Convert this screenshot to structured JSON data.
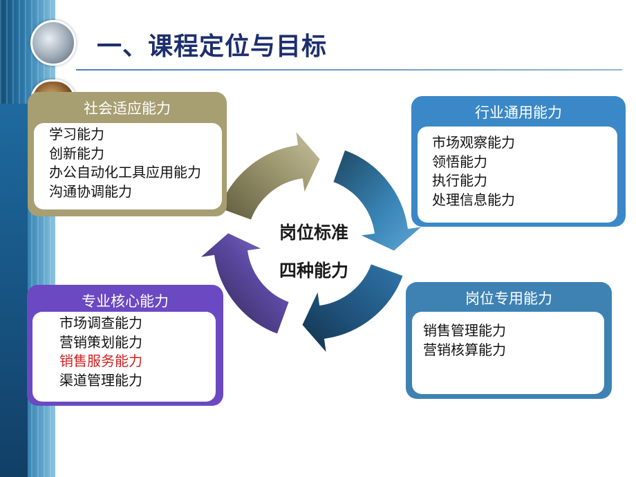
{
  "slide": {
    "title": "一、课程定位与目标",
    "center": {
      "line1": "岗位标准",
      "line2": "四种能力"
    }
  },
  "cards": {
    "social": {
      "title": "社会适应能力",
      "items": [
        "学习能力",
        "创新能力",
        "办公自动化工具应用能力",
        "沟通协调能力"
      ]
    },
    "industry": {
      "title": "行业通用能力",
      "items": [
        "市场观察能力",
        "领悟能力",
        "执行能力",
        "处理信息能力"
      ]
    },
    "professional": {
      "title": "专业核心能力",
      "items": [
        "市场调查能力",
        "营销策划能力",
        "销售服务能力",
        "渠道管理能力"
      ],
      "highlighted_item": "销售服务能力"
    },
    "post": {
      "title": "岗位专用能力",
      "items": [
        "销售管理能力",
        "营销核算能力"
      ]
    }
  },
  "colors": {
    "social": "#a79e72",
    "industry": "#3a88c8",
    "professional": "#6b49c2",
    "post": "#3e82b4",
    "title_text": "#1c2f6e",
    "highlight_text": "#d21f1f"
  },
  "icons": [
    "cycle-arrows-icon"
  ]
}
